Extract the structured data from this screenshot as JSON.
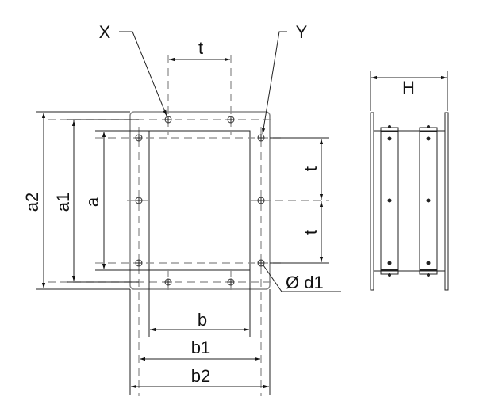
{
  "labels": {
    "x": "X",
    "y": "Y",
    "t_top": "t",
    "t_right_upper": "t",
    "t_right_lower": "t",
    "a2": "a2",
    "a1": "a1",
    "a": "a",
    "b": "b",
    "b1": "b1",
    "b2": "b2",
    "d1": "Ø d1",
    "h": "H"
  }
}
